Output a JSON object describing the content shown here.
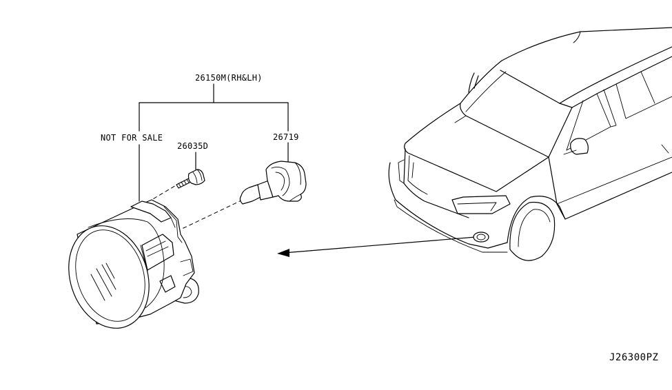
{
  "labels": {
    "assembly": "26150M(RH&LH)",
    "not_for_sale": "NOT FOR SALE",
    "screw": "26035D",
    "bulb": "26719",
    "diagram_code": "J26300PZ"
  }
}
